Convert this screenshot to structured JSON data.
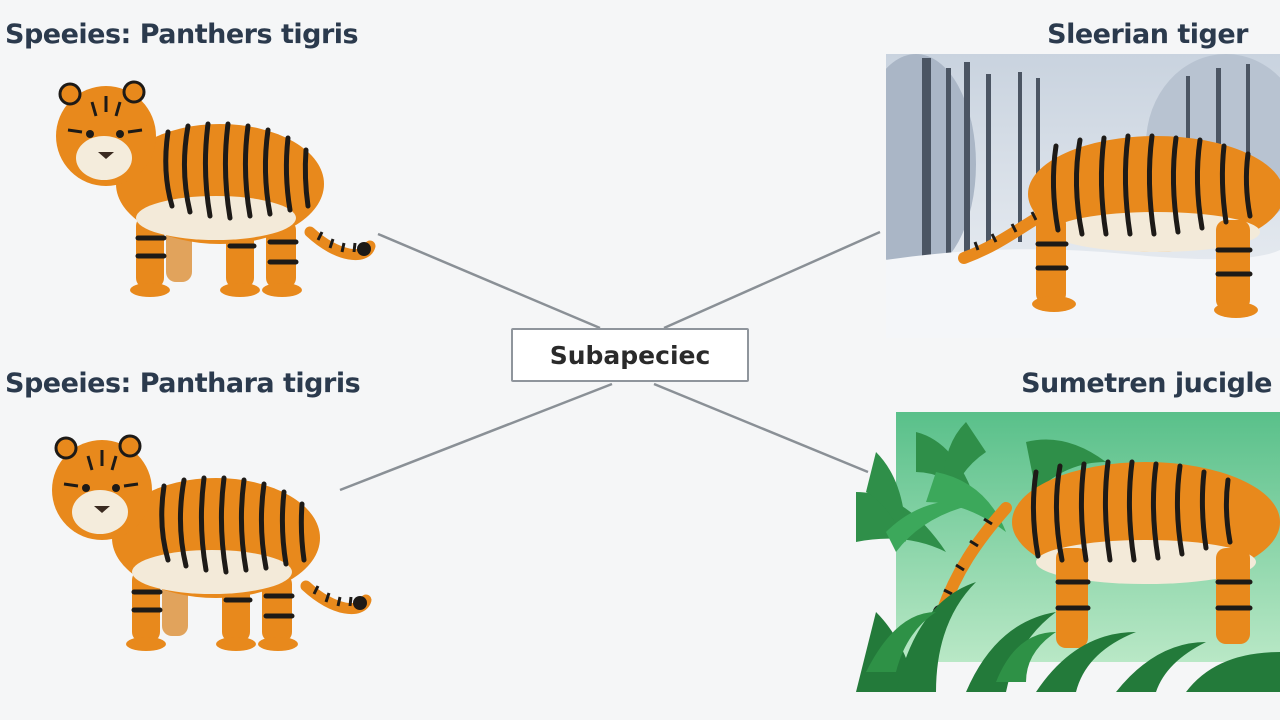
{
  "diagram": {
    "center_label": "Subapeciec",
    "labels": {
      "top_left": "Speeies: Panthers tigris",
      "bottom_left": "Speeies: Panthara tigris",
      "top_right": "Sleerian tiger",
      "bottom_right": "Sumetren jucigle"
    },
    "images": {
      "top_left": "standing-tiger",
      "bottom_left": "standing-tiger",
      "top_right": "tiger-in-snowy-forest",
      "bottom_right": "tiger-in-jungle"
    },
    "colors": {
      "background": "#f5f6f7",
      "label_text": "#2b3a4d",
      "connector": "#8a9096",
      "tiger_orange": "#e8891c",
      "stripe": "#1d1a17"
    }
  }
}
